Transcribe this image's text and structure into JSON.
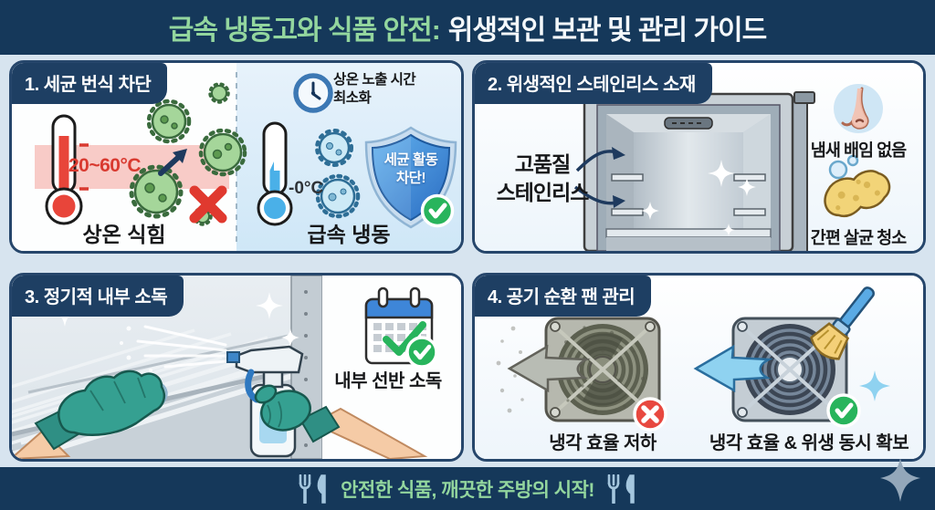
{
  "colors": {
    "background_navy": "#15385a",
    "panel_border_navy": "#26466b",
    "badge_navy": "#1e3f63",
    "page_light_blue": "#d7e4ef",
    "title_green": "#93d69e",
    "alert_red": "#e0392f",
    "check_green": "#28b45c",
    "shield_blue": "#3d87d4",
    "cold_blue": "#4ab0e8",
    "germ_green": "#a5d69a",
    "glove_teal": "#35a091",
    "sponge_yellow": "#f2d478",
    "utensil_blue": "#a4c6de"
  },
  "title": {
    "highlight": "급속 냉동고와 식품 안전:",
    "rest": "위생적인 보관 및 관리 가이드"
  },
  "panels": {
    "p1": {
      "header": "1. 세균 번식 차단",
      "danger_temp_range": "20~60°C",
      "left_caption": "상온 식힘",
      "clock_note": "상온 노출 시간\n최소화",
      "freeze_temp": "-0°C",
      "shield_text": "세균 활동\n차단!",
      "right_caption": "급속 냉동"
    },
    "p2": {
      "header": "2. 위생적인 스테인리스 소재",
      "callout": "고품질\n스테인리스",
      "note_smell": "냄새 배임 없음",
      "note_clean": "간편 살균 청소"
    },
    "p3": {
      "header": "3. 정기적 내부 소독",
      "caption": "내부 선반 소독"
    },
    "p4": {
      "header": "4. 공기 순환 팬 관리",
      "bad_caption": "냉각 효율 저하",
      "good_caption": "냉각 효율 & 위생 동시 확보"
    }
  },
  "footer": {
    "text": "안전한 식품, 깨끗한 주방의 시작!"
  }
}
